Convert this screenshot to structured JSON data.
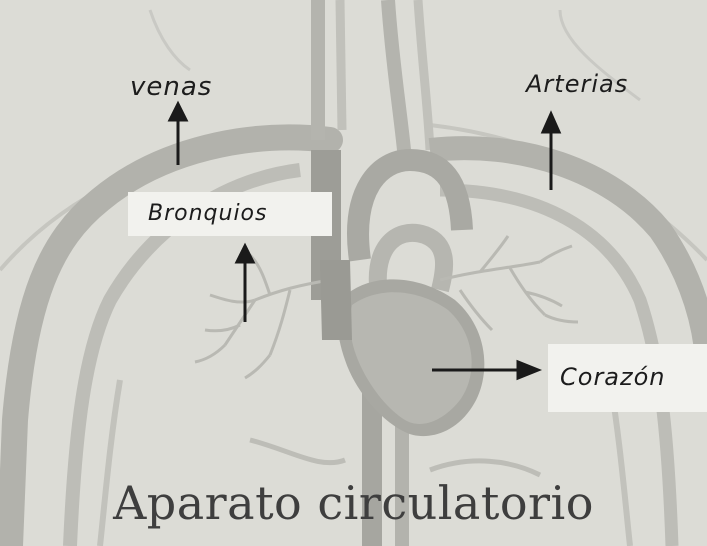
{
  "diagram": {
    "title": "Aparato circulatorio",
    "labels": {
      "venas": "venas",
      "arterias": "Arterias",
      "bronquios": "Bronquios",
      "corazon": "Corazón"
    }
  }
}
